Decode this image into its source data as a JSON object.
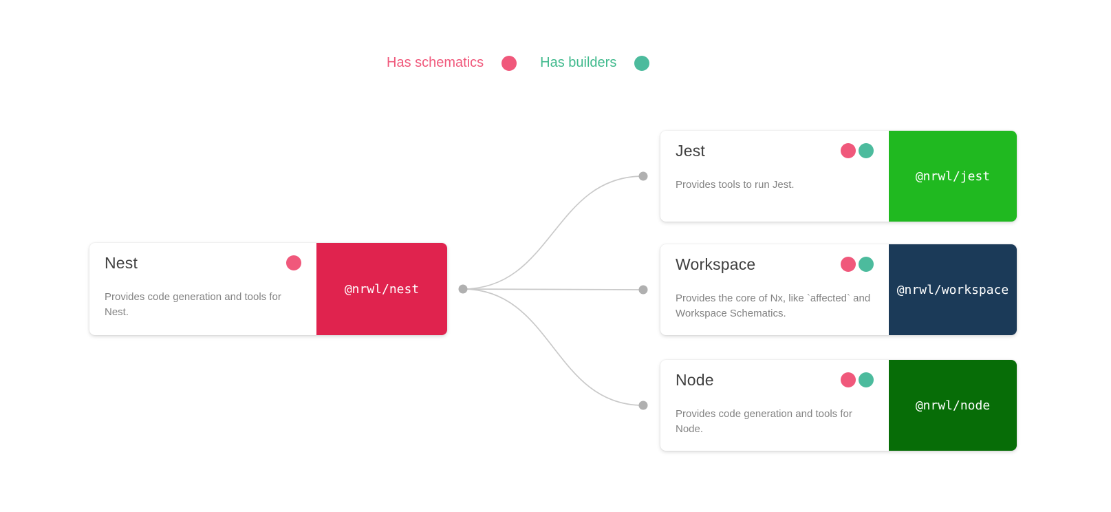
{
  "diagram": {
    "legend": {
      "schematics_label": "Has schematics",
      "builders_label": "Has builders"
    },
    "colors": {
      "schematics_dot": "#f0587b",
      "builders_dot": "#4cbb9d",
      "nest_block": "#e0234e",
      "jest_block": "#20b920",
      "workspace_block": "#1b3a58",
      "node_block": "#076d07",
      "connector_line": "#c9c9c9",
      "connector_dot": "#b0b0b0"
    },
    "nodes": [
      {
        "title": "Nest",
        "description": "Provides code generation and tools for Nest.",
        "package": "@nrwl/nest",
        "has_schematics": true,
        "has_builders": false
      },
      {
        "title": "Jest",
        "description": "Provides tools to run Jest.",
        "package": "@nrwl/jest",
        "has_schematics": true,
        "has_builders": true
      },
      {
        "title": "Workspace",
        "description": "Provides the core of Nx, like `affected` and Workspace Schematics.",
        "package": "@nrwl/workspace",
        "has_schematics": true,
        "has_builders": true
      },
      {
        "title": "Node",
        "description": "Provides code generation and tools for Node.",
        "package": "@nrwl/node",
        "has_schematics": true,
        "has_builders": true
      }
    ],
    "edges": [
      {
        "from": "@nrwl/nest",
        "to": "@nrwl/jest"
      },
      {
        "from": "@nrwl/nest",
        "to": "@nrwl/workspace"
      },
      {
        "from": "@nrwl/nest",
        "to": "@nrwl/node"
      }
    ]
  }
}
